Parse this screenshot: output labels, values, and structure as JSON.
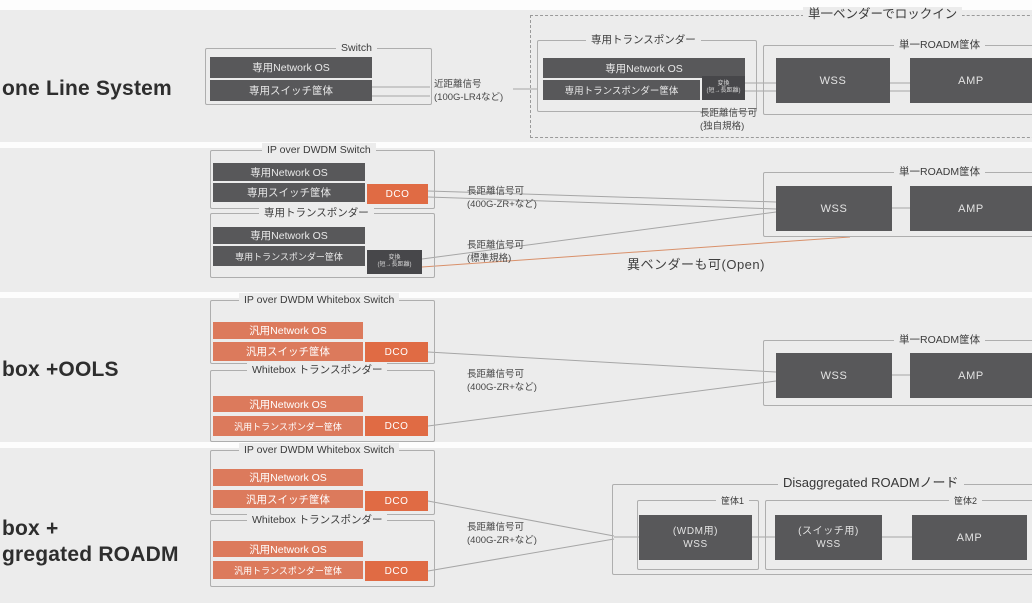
{
  "colors": {
    "band_background": "#ececec",
    "dark_box": "#58585a",
    "orange_box": "#dc7a5c",
    "dco_box": "#e06b44",
    "connector_line": "#a6a6a6",
    "open_accent_line": "#d9906a"
  },
  "r1": {
    "label": "one Line System",
    "lockin": "単一ベンダーでロックイン",
    "sw": {
      "title": "Switch",
      "os": "専用Network OS",
      "chassis": "専用スイッチ筐体"
    },
    "near1": "近距離信号",
    "near2": "(100G-LR4など)",
    "tr": {
      "title": "専用トランスポンダー",
      "os": "専用Network OS",
      "chassis": "専用トランスポンダー筐体",
      "conv1": "変換",
      "conv2": "(短→長距離)"
    },
    "long1": "長距離信号可",
    "long2": "(独自規格)",
    "roadm": {
      "title": "単一ROADM筐体",
      "wss": "WSS",
      "amp": "AMP"
    }
  },
  "r2": {
    "sw": {
      "title": "IP over DWDM Switch",
      "os": "専用Network OS",
      "chassis": "専用スイッチ筐体",
      "dco": "DCO"
    },
    "longA1": "長距離信号可",
    "longA2": "(400G-ZR+など)",
    "tr": {
      "title": "専用トランスポンダー",
      "os": "専用Network OS",
      "chassis": "専用トランスポンダー筐体",
      "conv1": "変換",
      "conv2": "(短→長距離)"
    },
    "longB1": "長距離信号可",
    "longB2": "(標準規格)",
    "open": "異ベンダーも可(Open)",
    "roadm": {
      "title": "単一ROADM筐体",
      "wss": "WSS",
      "amp": "AMP"
    }
  },
  "r3": {
    "label": "box +OOLS",
    "sw": {
      "title": "IP over DWDM Whitebox Switch",
      "os": "汎用Network OS",
      "chassis": "汎用スイッチ筐体",
      "dco": "DCO"
    },
    "long1": "長距離信号可",
    "long2": "(400G-ZR+など)",
    "tr": {
      "title": "Whitebox トランスポンダー",
      "os": "汎用Network OS",
      "chassis": "汎用トランスポンダー筐体",
      "dco": "DCO"
    },
    "roadm": {
      "title": "単一ROADM筐体",
      "wss": "WSS",
      "amp": "AMP"
    }
  },
  "r4": {
    "label1": "box +",
    "label2": "gregated ROADM",
    "sw": {
      "title": "IP over DWDM Whitebox Switch",
      "os": "汎用Network OS",
      "chassis": "汎用スイッチ筐体",
      "dco": "DCO"
    },
    "tr": {
      "title": "Whitebox トランスポンダー",
      "os": "汎用Network OS",
      "chassis": "汎用トランスポンダー筐体",
      "dco": "DCO"
    },
    "long1": "長距離信号可",
    "long2": "(400G-ZR+など)",
    "dis": {
      "title": "Disaggregated ROADMノード",
      "c1": "筐体1",
      "c2": "筐体2",
      "wdm1": "(WDM用)",
      "wdm2": "WSS",
      "sw1": "(スイッチ用)",
      "sw2": "WSS",
      "amp": "AMP"
    }
  }
}
